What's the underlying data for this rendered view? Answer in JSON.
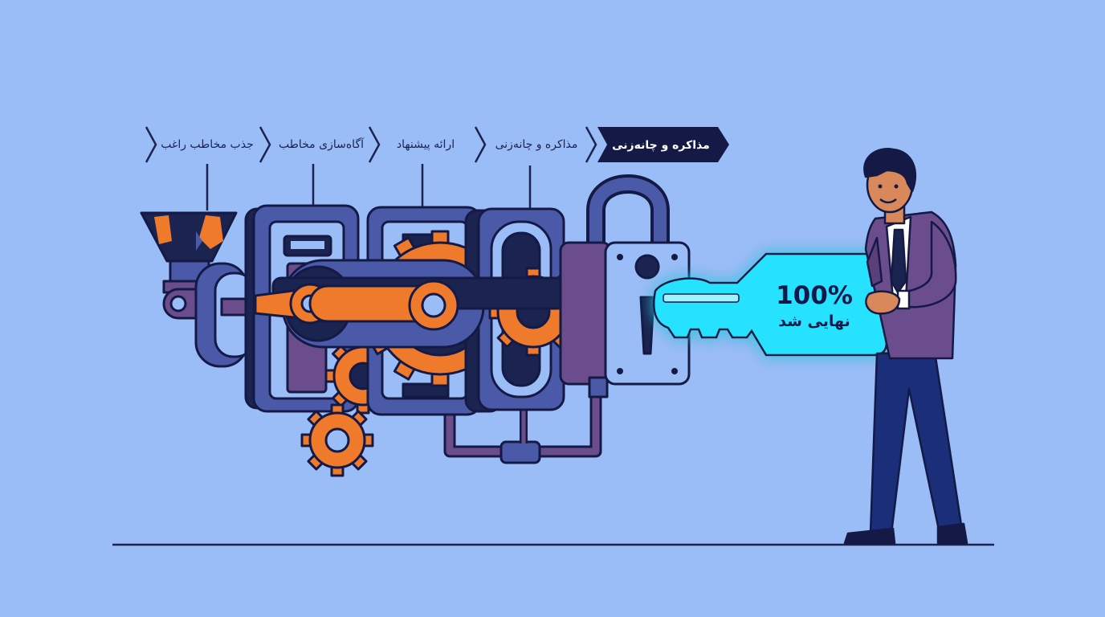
{
  "pipeline": {
    "steps": [
      {
        "label": "جذب مخاطب راغب",
        "active": false
      },
      {
        "label": "آگاه‌سازی مخاطب",
        "active": false
      },
      {
        "label": "ارائه پیشنهاد",
        "active": false
      },
      {
        "label": "مذاکره و چانه‌زنی",
        "active": false
      },
      {
        "label": "مذاکره و چانه‌زنی",
        "active": true
      }
    ]
  },
  "key": {
    "percent": "100%",
    "status": "نهایی شد"
  },
  "colors": {
    "background": "#9bbdf7",
    "navy": "#1b2350",
    "orange": "#f07a2c",
    "purple": "#6b4c8c",
    "steel": "#4a5aa8",
    "key_glow": "#27e2ff"
  },
  "icons": {
    "funnel": "funnel-icon",
    "gear": "gear-icon",
    "padlock": "padlock-icon",
    "key": "key-icon"
  }
}
